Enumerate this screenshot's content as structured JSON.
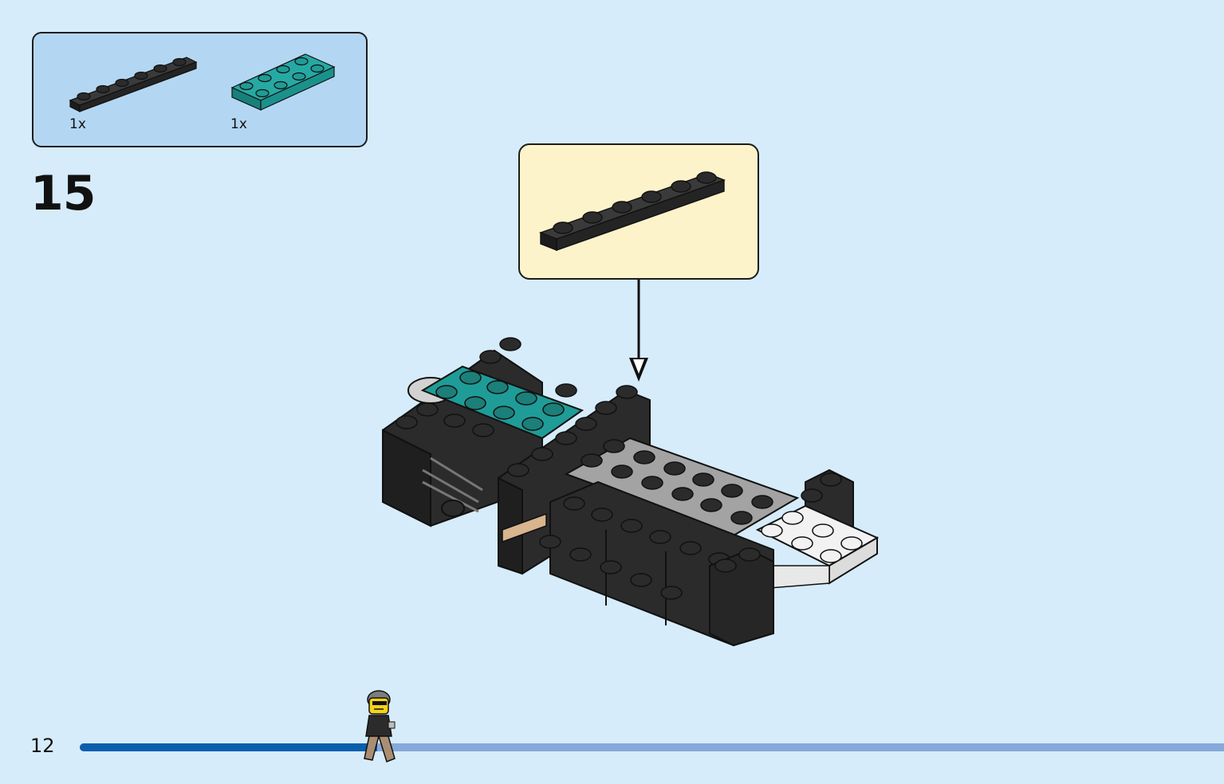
{
  "parts_list": {
    "items": [
      {
        "qty": "1x",
        "part": "plate-1x6",
        "color": "#2b2b2b"
      },
      {
        "qty": "1x",
        "part": "plate-2x4",
        "color": "#1f9c97"
      }
    ]
  },
  "step": {
    "number": "15"
  },
  "callout": {
    "part": "plate-1x6",
    "color": "#2b2b2b"
  },
  "footer": {
    "page_number": "12",
    "progress_fraction": 0.26
  },
  "colors": {
    "background": "#d6ecfa",
    "parts_box": "#b3d7f3",
    "callout_box": "#fdf3cb",
    "progress_done": "#0a5fad",
    "progress_todo": "#86a8da",
    "brick_black": "#2b2b2b",
    "brick_teal": "#1f9c97",
    "brick_gray": "#a3a3a3",
    "brick_white": "#f2f2f2"
  },
  "icons": {
    "minifig": "walking-minifigure-icon",
    "arrow": "arrow-down-icon"
  }
}
